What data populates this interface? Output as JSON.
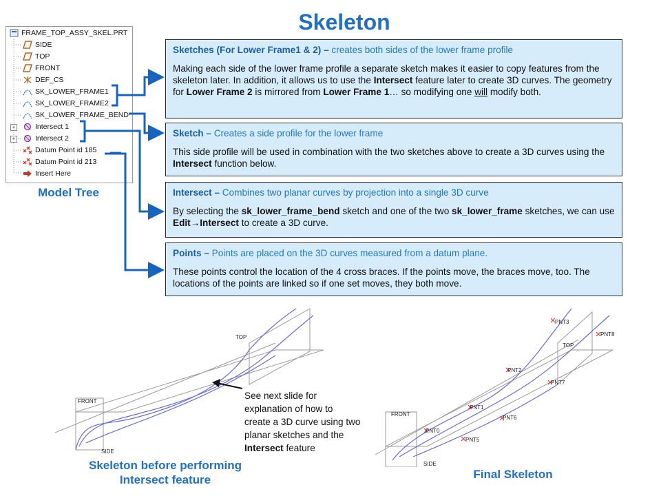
{
  "title": "Skeleton",
  "model_tree": {
    "caption": "Model Tree",
    "items": [
      {
        "label": "FRAME_TOP_ASSY_SKEL.PRT",
        "icon": "part-icon"
      },
      {
        "label": "SIDE",
        "icon": "datum-plane-icon"
      },
      {
        "label": "TOP",
        "icon": "datum-plane-icon"
      },
      {
        "label": "FRONT",
        "icon": "datum-plane-icon"
      },
      {
        "label": "DEF_CS",
        "icon": "coordinate-system-icon"
      },
      {
        "label": "SK_LOWER_FRAME1",
        "icon": "sketch-icon"
      },
      {
        "label": "SK_LOWER_FRAME2",
        "icon": "sketch-icon"
      },
      {
        "label": "SK_LOWER_FRAME_BEND",
        "icon": "sketch-icon"
      },
      {
        "label": "Intersect 1",
        "icon": "intersect-icon"
      },
      {
        "label": "Intersect 2",
        "icon": "intersect-icon"
      },
      {
        "label": "Datum Point id 185",
        "icon": "datum-point-icon"
      },
      {
        "label": "Datum Point id 213",
        "icon": "datum-point-icon"
      },
      {
        "label": "Insert Here",
        "icon": "insert-arrow-icon"
      }
    ]
  },
  "panels": {
    "sketches": {
      "head_bold": "Sketches (For Lower Frame1 & 2) –",
      "head_rest": " creates both sides of the lower frame profile",
      "t1": "Making each side of the lower frame profile a separate sketch makes it easier to copy features from the skeleton later.  In addition, it allows us to use the ",
      "b1": "Intersect",
      "t2": " feature later to create 3D curves. The geometry for ",
      "b2": "Lower Frame 2",
      "t3": " is mirrored from ",
      "b3": "Lower Frame 1",
      "t4": "… so modifying one ",
      "u1": "will",
      "t5": " modify both."
    },
    "sketch": {
      "head_bold": "Sketch –",
      "head_rest": " Creates a side profile for the lower frame",
      "t1": "This side profile will be used in combination with the two sketches above to create a 3D curves using the ",
      "b1": "Intersect",
      "t2": " function below."
    },
    "intersect": {
      "head_bold": "Intersect –",
      "head_rest": " Combines two planar curves by projection into a single 3D curve",
      "t1": "By selecting the ",
      "b1": "sk_lower_frame_bend",
      "t2": " sketch and one of the two ",
      "b2": "sk_lower_frame",
      "t3": " sketches, we can use ",
      "b3": "Edit",
      "arrow": "→",
      "b4": "Intersect",
      "t4": " to create a 3D curve."
    },
    "points": {
      "head_bold": "Points –",
      "head_rest": " Points are placed on the 3D curves measured from a datum plane.",
      "t1": "These points control the location of the 4 cross braces. If the points move, the braces move, too. The locations of the points are linked so if one set moves, they both move."
    }
  },
  "left_figure": {
    "labels": {
      "top": "TOP",
      "front": "FRONT",
      "side": "SIDE"
    },
    "caption_line1": "Skeleton before performing",
    "caption_line2": "Intersect feature"
  },
  "note": {
    "t1": "See next slide for explanation of how to create a 3D curve using two planar sketches and the ",
    "b1": "Intersect",
    "t2": " feature"
  },
  "right_figure": {
    "labels": {
      "top": "TOP",
      "front": "FRONT",
      "side": "SIDE"
    },
    "points": [
      "PNT0",
      "PNT1",
      "PNT2",
      "PNT3",
      "PNT5",
      "PNT6",
      "PNT7",
      "PNT8"
    ],
    "caption": "Final Skeleton"
  },
  "colors": {
    "accent": "#1f6fc4",
    "panel_bg": "#d6ecfb",
    "connector": "#1565c0",
    "curve": "#6a6ae0",
    "point": "#e03030"
  }
}
